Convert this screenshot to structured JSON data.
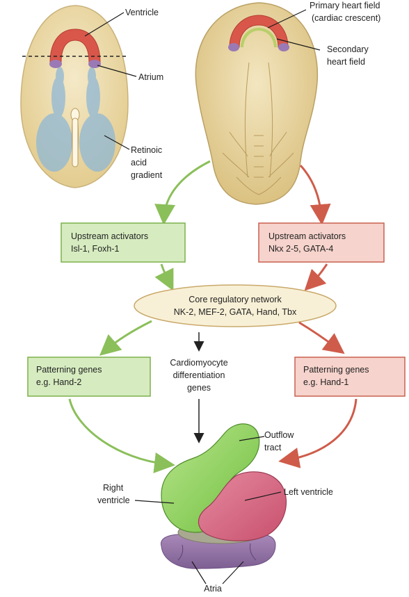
{
  "embryo_left": {
    "ventricle": "Ventricle",
    "atrium": "Atrium",
    "retinoic": [
      "Retinoic",
      "acid",
      "gradient"
    ]
  },
  "embryo_right": {
    "primary": [
      "Primary heart field",
      "(cardiac crescent)"
    ],
    "secondary": [
      "Secondary",
      "heart field"
    ]
  },
  "boxes": {
    "upstream_left": [
      "Upstream activators",
      "Isl-1, Foxh-1"
    ],
    "upstream_right": [
      "Upstream activators",
      "Nkx 2-5, GATA-4"
    ],
    "core": [
      "Core regulatory network",
      "NK-2, MEF-2, GATA, Hand, Tbx"
    ],
    "patterning_left": [
      "Patterning genes",
      "e.g. Hand-2"
    ],
    "patterning_right": [
      "Patterning genes",
      "e.g. Hand-1"
    ],
    "cardiomyocyte": [
      "Cardiomyocyte",
      "differentiation",
      "genes"
    ]
  },
  "heart": {
    "outflow": [
      "Outflow",
      "tract"
    ],
    "right_ventricle": [
      "Right",
      "ventricle"
    ],
    "left_ventricle": "Left ventricle",
    "atria": "Atria"
  },
  "colors": {
    "green_fill": "#d6ecc0",
    "green_stroke": "#7bb04a",
    "pink_fill": "#f6d3cc",
    "pink_stroke": "#c9604e",
    "core_fill": "#f8f0d6",
    "embryo_fill": "#efe0b4",
    "heart_field": "#d9574a",
    "atrium_purple": "#9b79b5"
  }
}
